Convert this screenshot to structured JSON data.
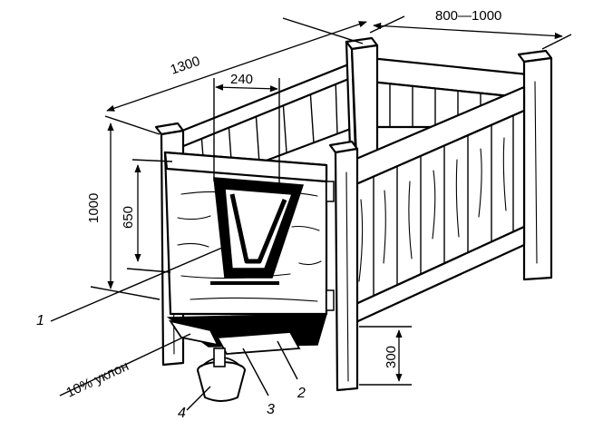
{
  "dimensions": {
    "length": "1300",
    "width": "800—1000",
    "slot_width": "240",
    "total_height": "1000",
    "front_height": "650",
    "leg_clearance": "300"
  },
  "slope_label": "10% уклон",
  "callouts": {
    "c1": "1",
    "c2": "2",
    "c3": "3",
    "c4": "4"
  }
}
